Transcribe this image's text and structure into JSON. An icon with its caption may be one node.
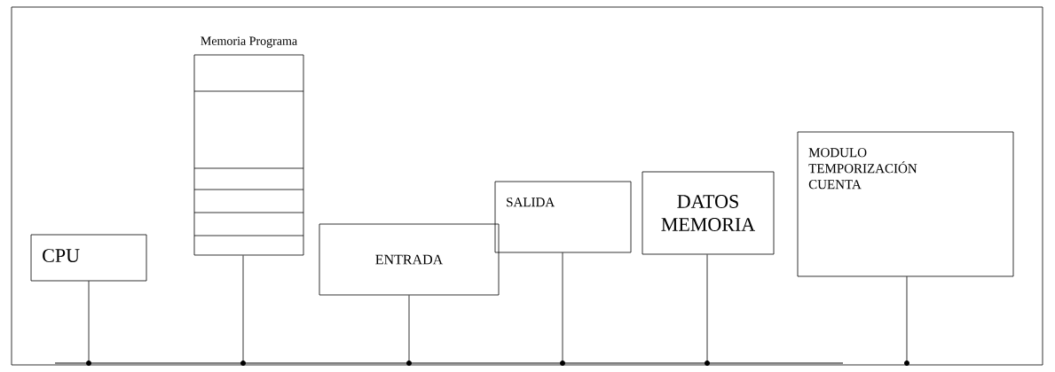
{
  "diagram": {
    "nodes": [
      {
        "text": [
          "CPU"
        ]
      },
      {
        "text": [
          "Memoria Programa"
        ]
      },
      {
        "text": [
          "ENTRADA"
        ]
      },
      {
        "text": [
          "SALIDA"
        ]
      },
      {
        "text": [
          "DATOS MEMORIA"
        ]
      },
      {
        "text": [
          "MODULO TEMPORIZACIÓN CUENTA"
        ]
      },
      {
        "text": [],
        "shape": "bar"
      }
    ],
    "edges": [
      {
        "from": 0,
        "to": 6,
        "arrow": "none"
      },
      {
        "from": 1,
        "to": 6,
        "arrow": "none"
      },
      {
        "from": 2,
        "to": 6,
        "arrow": "none"
      },
      {
        "from": 3,
        "to": 6,
        "arrow": "none"
      },
      {
        "from": 4,
        "to": 6,
        "arrow": "none"
      },
      {
        "from": 5,
        "to": 6,
        "arrow": "none"
      }
    ]
  }
}
